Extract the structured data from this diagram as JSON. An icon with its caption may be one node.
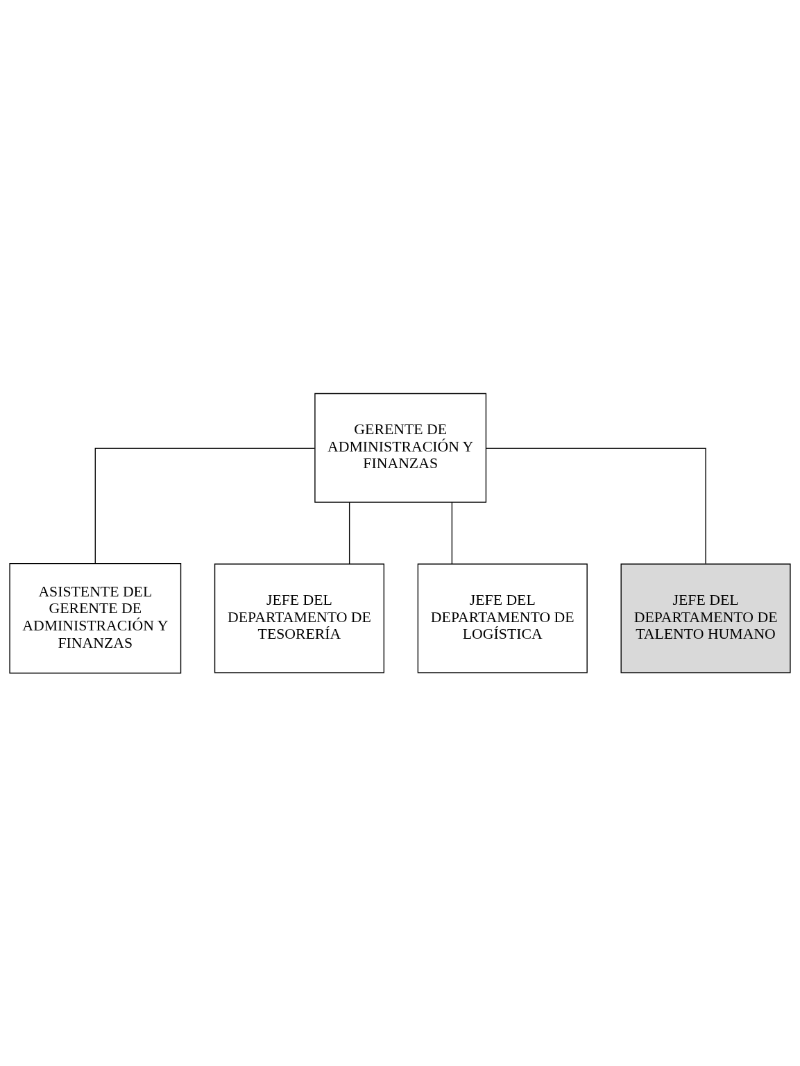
{
  "diagram": {
    "nodes": [
      {
        "text": [
          "GERENTE DE ADMINISTRACIÓN Y FINANZAS"
        ]
      },
      {
        "text": [
          "ASISTENTE DEL GERENTE DE ADMINISTRACIÓN Y FINANZAS"
        ]
      },
      {
        "text": [
          "JEFE DEL DEPARTAMENTO DE TESORERÍA"
        ]
      },
      {
        "text": [
          "JEFE DEL DEPARTAMENTO DE LOGÍSTICA"
        ]
      },
      {
        "text": [
          "JEFE DEL DEPARTAMENTO DE TALENTO HUMANO"
        ]
      }
    ],
    "edges": [
      {
        "from": 0,
        "to": 1,
        "arrow": "none"
      },
      {
        "from": 0,
        "to": 2,
        "arrow": "none"
      },
      {
        "from": 0,
        "to": 3,
        "arrow": "none"
      },
      {
        "from": 0,
        "to": 4,
        "arrow": "none"
      }
    ]
  }
}
